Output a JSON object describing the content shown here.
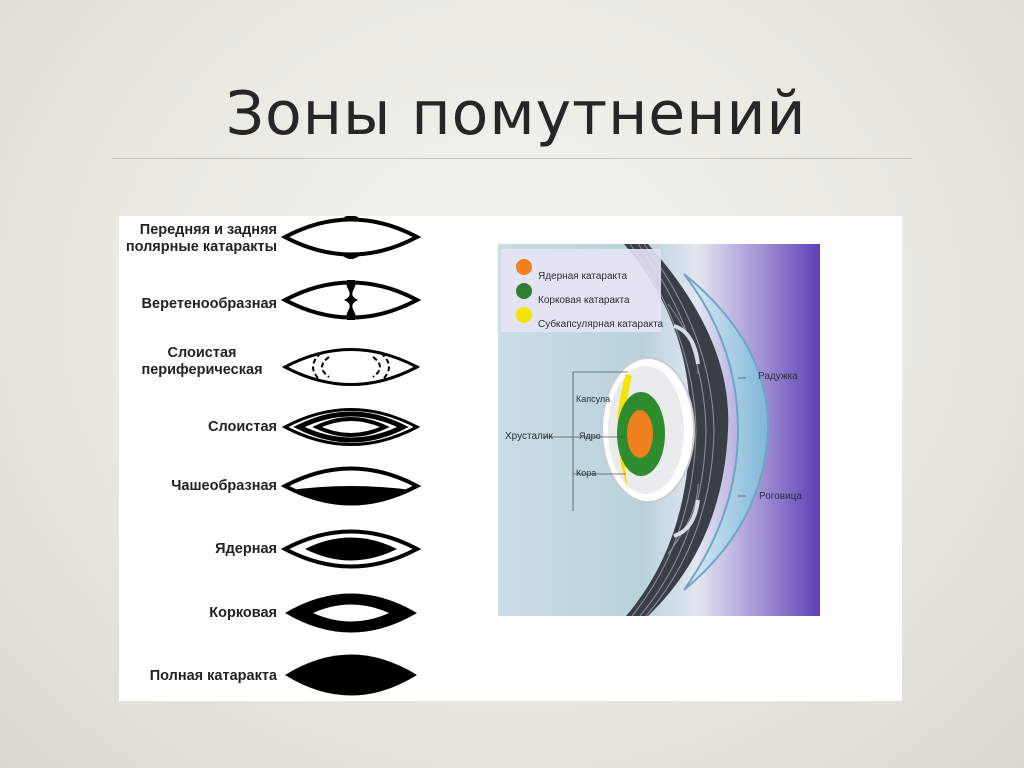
{
  "title": "Зоны помутнений",
  "cataract_types": [
    {
      "id": "polar",
      "label": "Передняя и задняя полярные катаракты"
    },
    {
      "id": "spindle",
      "label": "Веретенообразная"
    },
    {
      "id": "layered_peripheral",
      "label": "Слоистая периферическая"
    },
    {
      "id": "layered",
      "label": "Слоистая"
    },
    {
      "id": "cup",
      "label": "Чашеобразная"
    },
    {
      "id": "nuclear",
      "label": "Ядерная"
    },
    {
      "id": "cortical",
      "label": "Корковая"
    },
    {
      "id": "total",
      "label": "Полная катаракта"
    }
  ],
  "eye_diagram": {
    "legend": [
      {
        "label": "Ядерная катаракта",
        "color": "#f07f1e"
      },
      {
        "label": "Корковая катаракта",
        "color": "#2e7d32"
      },
      {
        "label": "Субкапсулярная катаракта",
        "color": "#f5e400"
      }
    ],
    "labels": {
      "lens": "Хрусталик",
      "capsule": "Капсула",
      "nucleus": "Ядро",
      "cortex": "Кора",
      "iris": "Радужка",
      "cornea": "Роговица"
    }
  }
}
